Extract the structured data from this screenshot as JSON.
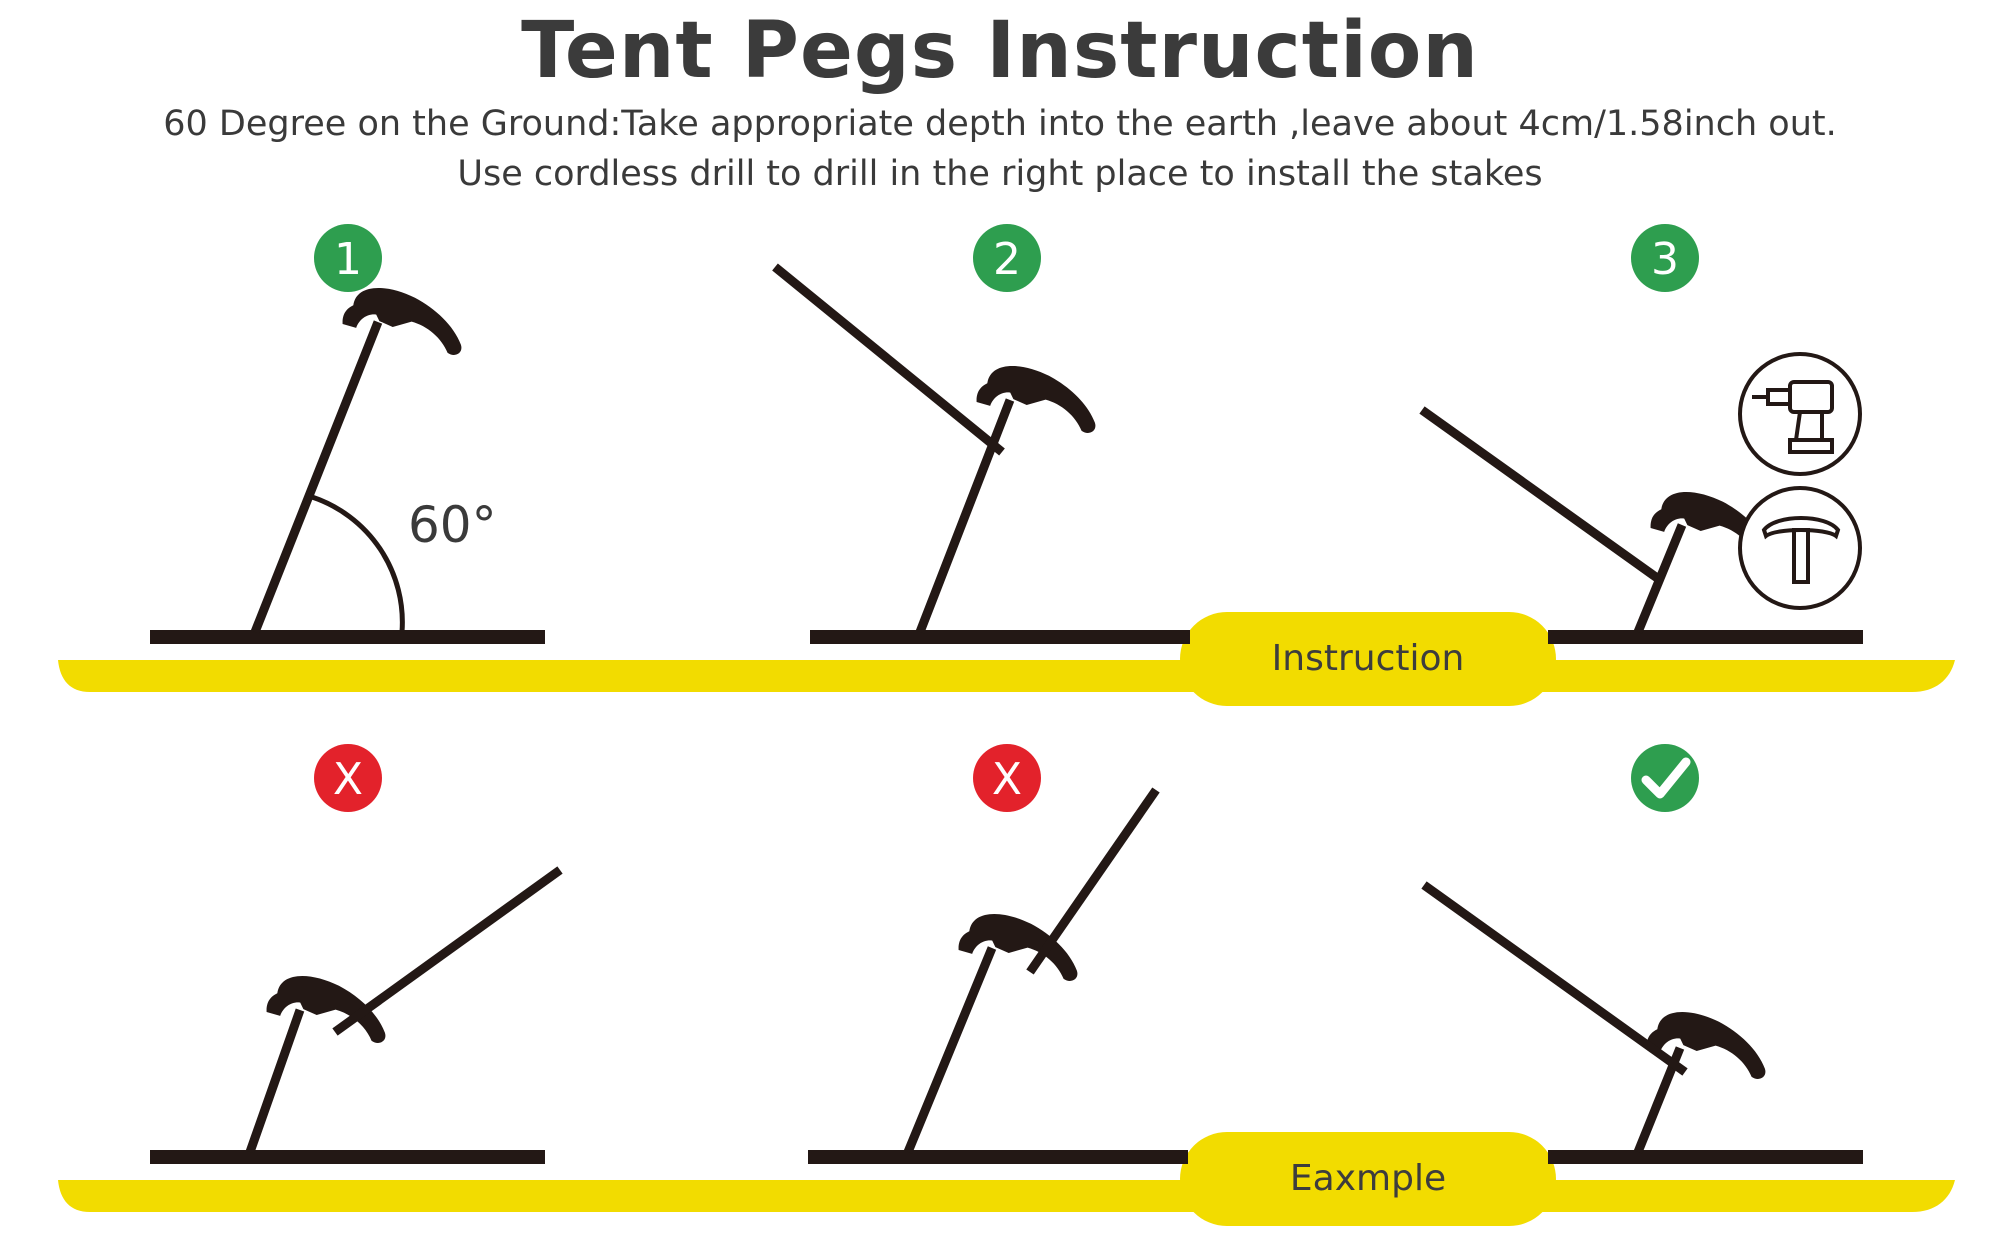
{
  "title": "Tent Pegs Instruction",
  "subtitle_line1": "60 Degree on the Ground:Take appropriate depth into the earth ,leave about 4cm/1.58inch out.",
  "subtitle_line2": "Use cordless drill to drill in the right place to install the stakes",
  "angle_label": "60°",
  "instruction_label": "Instruction",
  "example_label": "Eaxmple",
  "steps": [
    {
      "badge": "1",
      "badge_color": "#2e9e4f"
    },
    {
      "badge": "2",
      "badge_color": "#2e9e4f"
    },
    {
      "badge": "3",
      "badge_color": "#2e9e4f"
    }
  ],
  "examples": [
    {
      "status": "X",
      "status_color": "#e3222b"
    },
    {
      "status": "X",
      "status_color": "#e3222b"
    },
    {
      "status": "check",
      "status_color": "#2e9e4f"
    }
  ],
  "tools": [
    {
      "icon": "cordless-drill-icon"
    },
    {
      "icon": "hammer-icon"
    }
  ],
  "colors": {
    "ground_band": "#f2dc00",
    "ink": "#231815",
    "text": "#3a3a3a"
  }
}
